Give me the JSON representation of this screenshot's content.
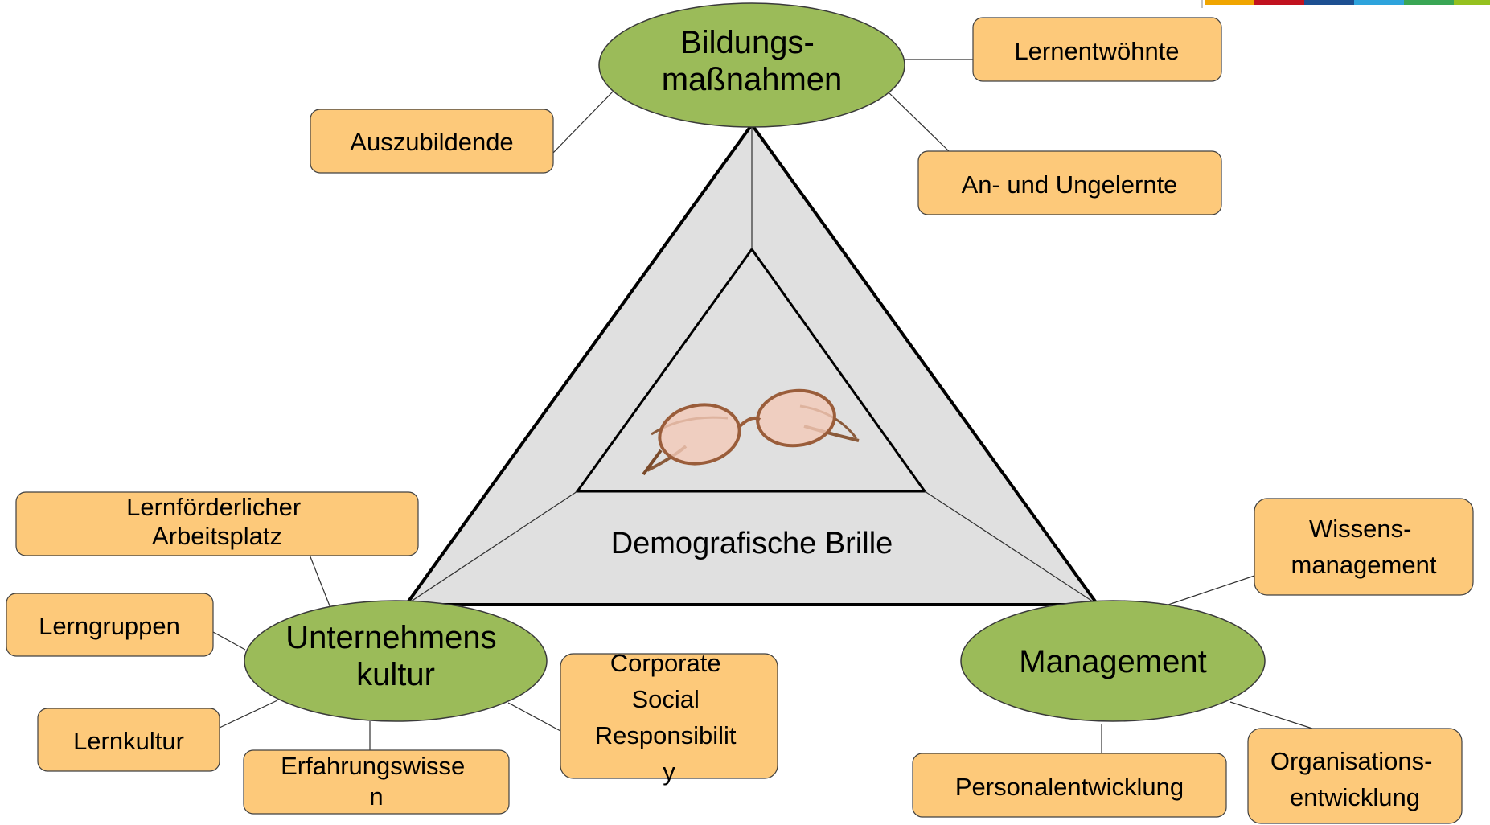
{
  "center_label": "Demografische Brille",
  "center_image": "reading-glasses",
  "hubs": {
    "bildung": {
      "lines": [
        "Bildungs-",
        "maßnahmen"
      ],
      "color": "#9bbb59"
    },
    "kultur": {
      "lines": [
        "Unternehmens",
        "kultur"
      ],
      "color": "#9bbb59"
    },
    "management": {
      "lines": [
        "Management"
      ],
      "color": "#9bbb59"
    }
  },
  "boxes": {
    "lernentwoehnte": [
      "Lernentwöhnte"
    ],
    "auszubildende": [
      "Auszubildende"
    ],
    "ungelernte": [
      "An- und Ungelernte"
    ],
    "arbeitsplatz": [
      "Lernförderlicher",
      "Arbeitsplatz"
    ],
    "lerngruppen": [
      "Lerngruppen"
    ],
    "lernkultur": [
      "Lernkultur"
    ],
    "erfahrungswissen": [
      "Erfahrungswisse",
      "n"
    ],
    "csr": [
      "Corporate",
      "Social",
      "Responsibilit",
      "y"
    ],
    "wissensmanagement": [
      "Wissens-",
      "management"
    ],
    "personalentwicklung": [
      "Personalentwicklung"
    ],
    "organisationsentwicklung": [
      "Organisations-",
      "entwicklung"
    ]
  },
  "colors": {
    "box_fill": "#fdc97a",
    "hub_fill": "#9bbb59",
    "triangle_fill": "#e0e0e0",
    "logo_bar": [
      "#f0a500",
      "#c1121f",
      "#1d4f91",
      "#2ea3dc",
      "#3aa655",
      "#95c11f"
    ]
  }
}
